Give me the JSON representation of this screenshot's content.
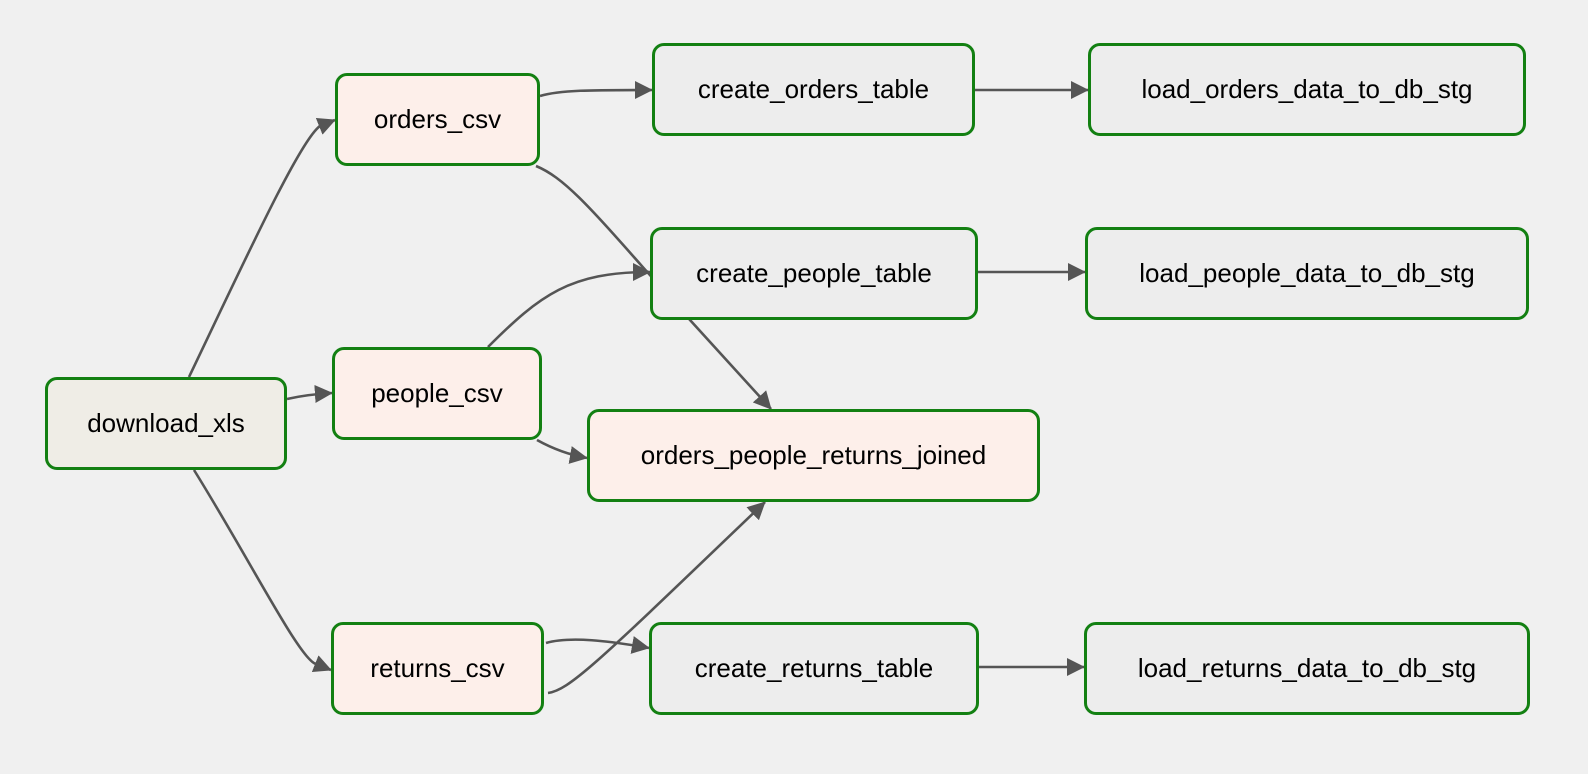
{
  "colors": {
    "background": "#f0f0f0",
    "node_border": "#138012",
    "source_fill": "#efede6",
    "transform_fill": "#fdefea",
    "sql_fill": "#ededed",
    "edge": "#555555"
  },
  "nodes": {
    "download_xls": {
      "label": "download_xls",
      "kind": "source"
    },
    "orders_csv": {
      "label": "orders_csv",
      "kind": "transform"
    },
    "people_csv": {
      "label": "people_csv",
      "kind": "transform"
    },
    "returns_csv": {
      "label": "returns_csv",
      "kind": "transform"
    },
    "create_orders_table": {
      "label": "create_orders_table",
      "kind": "sql"
    },
    "create_people_table": {
      "label": "create_people_table",
      "kind": "sql"
    },
    "orders_people_returns_joined": {
      "label": "orders_people_returns_joined",
      "kind": "transform"
    },
    "create_returns_table": {
      "label": "create_returns_table",
      "kind": "sql"
    },
    "load_orders_data_to_db_stg": {
      "label": "load_orders_data_to_db_stg",
      "kind": "sql"
    },
    "load_people_data_to_db_stg": {
      "label": "load_people_data_to_db_stg",
      "kind": "sql"
    },
    "load_returns_data_to_db_stg": {
      "label": "load_returns_data_to_db_stg",
      "kind": "sql"
    }
  },
  "edges": [
    {
      "from": "download_xls",
      "to": "orders_csv"
    },
    {
      "from": "download_xls",
      "to": "people_csv"
    },
    {
      "from": "download_xls",
      "to": "returns_csv"
    },
    {
      "from": "orders_csv",
      "to": "create_orders_table"
    },
    {
      "from": "orders_csv",
      "to": "orders_people_returns_joined"
    },
    {
      "from": "people_csv",
      "to": "create_people_table"
    },
    {
      "from": "people_csv",
      "to": "orders_people_returns_joined"
    },
    {
      "from": "returns_csv",
      "to": "create_returns_table"
    },
    {
      "from": "returns_csv",
      "to": "orders_people_returns_joined"
    },
    {
      "from": "create_orders_table",
      "to": "load_orders_data_to_db_stg"
    },
    {
      "from": "create_people_table",
      "to": "load_people_data_to_db_stg"
    },
    {
      "from": "create_returns_table",
      "to": "load_returns_data_to_db_stg"
    }
  ]
}
